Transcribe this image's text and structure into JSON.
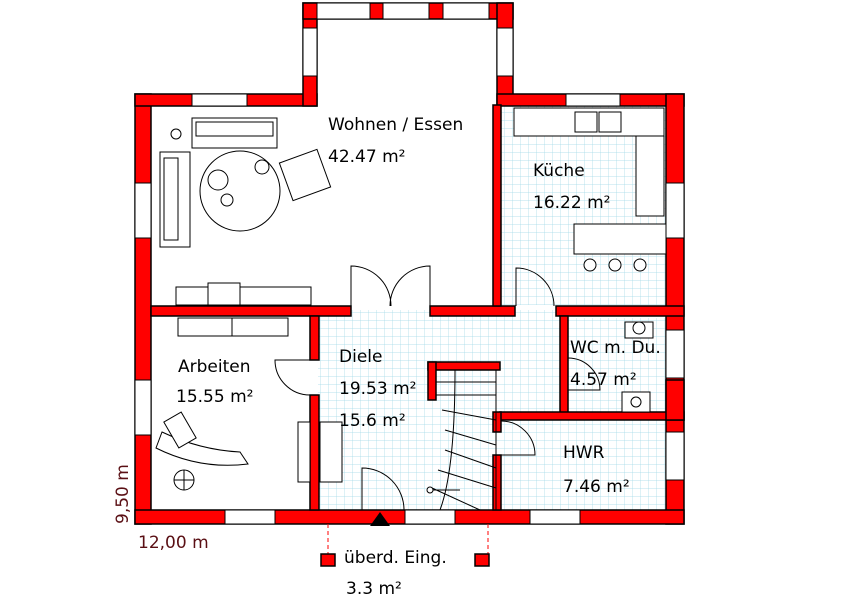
{
  "plan": {
    "rooms": [
      {
        "id": "wohnen",
        "name": "Wohnen / Essen",
        "area": "42.47 m²"
      },
      {
        "id": "kueche",
        "name": "Küche",
        "area": "16.22 m²"
      },
      {
        "id": "arbeiten",
        "name": "Arbeiten",
        "area": "15.55 m²"
      },
      {
        "id": "diele",
        "name": "Diele",
        "area": "19.53 m²",
        "area2": "15.6 m²"
      },
      {
        "id": "wc",
        "name": "WC m. Du.",
        "area": "4.57 m²"
      },
      {
        "id": "hwr",
        "name": "HWR",
        "area": "7.46 m²"
      },
      {
        "id": "eingang",
        "name": "überd. Eing.",
        "area": "3.3 m²"
      }
    ],
    "dimensions": {
      "width": "12,00 m",
      "depth": "9,50 m"
    },
    "colors": {
      "wall": "#ff0000",
      "tile_grid": "#9fd8e6",
      "dimension_text": "#5a0f14"
    }
  }
}
